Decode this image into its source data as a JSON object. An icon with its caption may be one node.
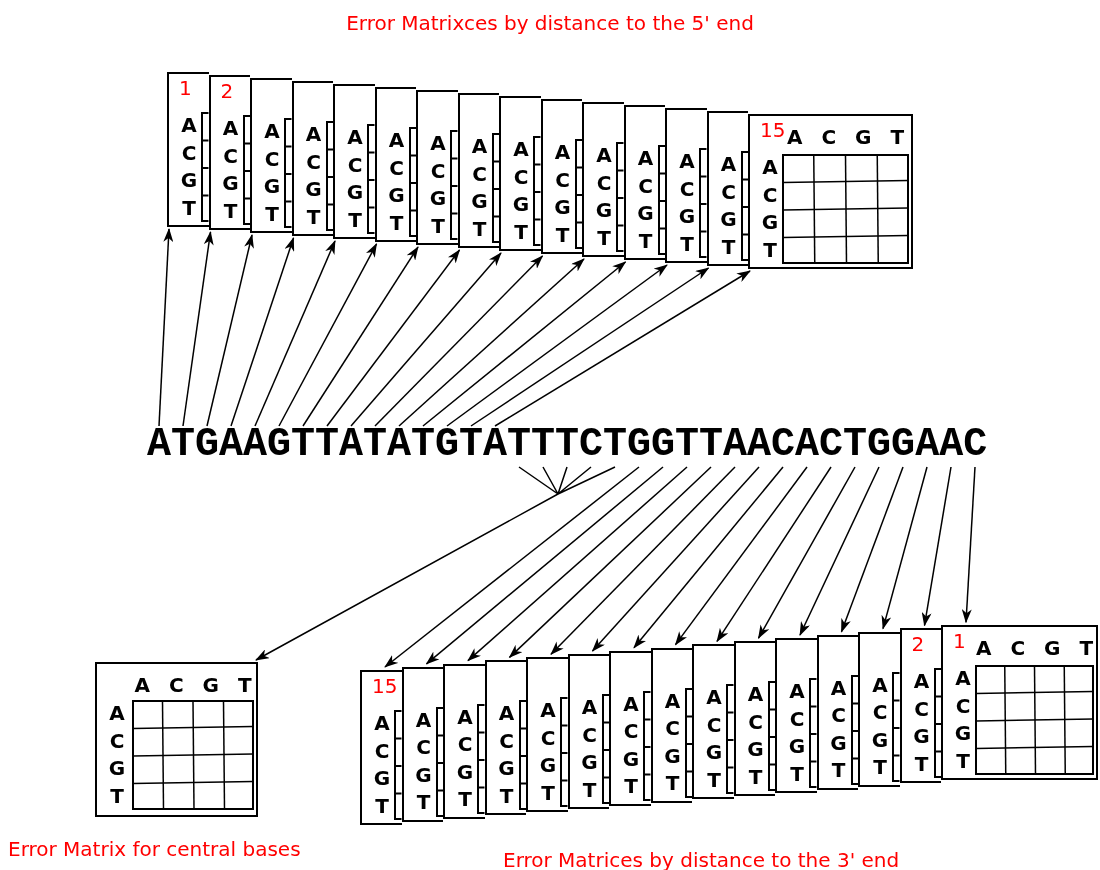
{
  "diagram": {
    "nodes": [
      {
        "text": [
          "1",
          "A C G T"
        ]
      },
      {
        "text": [
          "2",
          "A C G T"
        ]
      },
      {
        "text": [
          "A C G T"
        ]
      },
      {
        "text": [
          "A C G T"
        ]
      },
      {
        "text": [
          "A C G T"
        ]
      },
      {
        "text": [
          "A C G T"
        ]
      },
      {
        "text": [
          "A C G T"
        ]
      },
      {
        "text": [
          "A C G T"
        ]
      },
      {
        "text": [
          "A C G T"
        ]
      },
      {
        "text": [
          "A C G T"
        ]
      },
      {
        "text": [
          "A C G T"
        ]
      },
      {
        "text": [
          "A C G T"
        ]
      },
      {
        "text": [
          "A C G T"
        ]
      },
      {
        "text": [
          "A C G T"
        ]
      },
      {
        "text": [
          "15",
          "A C G T",
          "A C G T"
        ]
      },
      {
        "text": [
          "ATGAAGTTATATGTATTTCTGGTTAACACTGGAAC"
        ]
      },
      {
        "text": [
          "A C G T",
          "A C G T"
        ],
        "beside": [
          "Error Matrix for central bases"
        ]
      },
      {
        "text": [
          "15",
          "A C G T"
        ]
      },
      {
        "text": [
          "A C G T"
        ]
      },
      {
        "text": [
          "A C G T"
        ]
      },
      {
        "text": [
          "A C G T"
        ]
      },
      {
        "text": [
          "A C G T"
        ]
      },
      {
        "text": [
          "A C G T"
        ]
      },
      {
        "text": [
          "A C G T"
        ]
      },
      {
        "text": [
          "A C G T"
        ]
      },
      {
        "text": [
          "A C G T"
        ]
      },
      {
        "text": [
          "A C G T"
        ]
      },
      {
        "text": [
          "A C G T"
        ]
      },
      {
        "text": [
          "A C G T"
        ]
      },
      {
        "text": [
          "A C G T"
        ]
      },
      {
        "text": [
          "2",
          "A C G T"
        ]
      },
      {
        "text": [
          "1",
          "A C G T",
          "A C G T"
        ]
      }
    ],
    "edges": [
      {
        "from": 15,
        "to": 0,
        "arrow": "to"
      },
      {
        "from": 15,
        "to": 1,
        "arrow": "to"
      },
      {
        "from": 15,
        "to": 2,
        "arrow": "to"
      },
      {
        "from": 15,
        "to": 3,
        "arrow": "to"
      },
      {
        "from": 15,
        "to": 4,
        "arrow": "to"
      },
      {
        "from": 15,
        "to": 5,
        "arrow": "to"
      },
      {
        "from": 15,
        "to": 6,
        "arrow": "to"
      },
      {
        "from": 15,
        "to": 7,
        "arrow": "to"
      },
      {
        "from": 15,
        "to": 8,
        "arrow": "to"
      },
      {
        "from": 15,
        "to": 9,
        "arrow": "to"
      },
      {
        "from": 15,
        "to": 10,
        "arrow": "to"
      },
      {
        "from": 15,
        "to": 11,
        "arrow": "to"
      },
      {
        "from": 15,
        "to": 12,
        "arrow": "to"
      },
      {
        "from": 15,
        "to": 13,
        "arrow": "to"
      },
      {
        "from": 15,
        "to": 14,
        "arrow": "to"
      },
      {
        "from": 15,
        "to": 16,
        "arrow": "to"
      },
      {
        "from": 15,
        "to": 17,
        "arrow": "to"
      },
      {
        "from": 15,
        "to": 18,
        "arrow": "to"
      },
      {
        "from": 15,
        "to": 19,
        "arrow": "to"
      },
      {
        "from": 15,
        "to": 20,
        "arrow": "to"
      },
      {
        "from": 15,
        "to": 21,
        "arrow": "to"
      },
      {
        "from": 15,
        "to": 22,
        "arrow": "to"
      },
      {
        "from": 15,
        "to": 23,
        "arrow": "to"
      },
      {
        "from": 15,
        "to": 24,
        "arrow": "to"
      },
      {
        "from": 15,
        "to": 25,
        "arrow": "to"
      },
      {
        "from": 15,
        "to": 26,
        "arrow": "to"
      },
      {
        "from": 15,
        "to": 27,
        "arrow": "to"
      },
      {
        "from": 15,
        "to": 28,
        "arrow": "to"
      },
      {
        "from": 15,
        "to": 29,
        "arrow": "to"
      },
      {
        "from": 15,
        "to": 30,
        "arrow": "to"
      },
      {
        "from": 15,
        "to": 31,
        "arrow": "to"
      }
    ],
    "labels": [
      "Error Matrixces by distance to the 5' end",
      "Error Matrices by distance to the 3' end"
    ]
  }
}
